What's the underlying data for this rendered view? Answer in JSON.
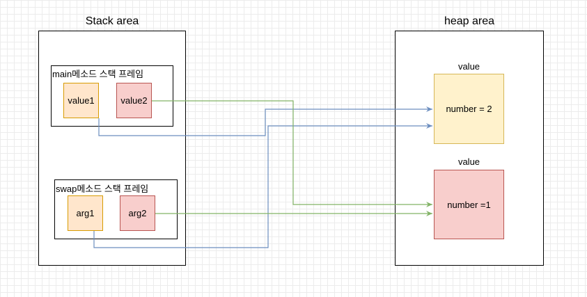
{
  "stack": {
    "title": "Stack area",
    "main_frame": {
      "label": "main메소드 스택 프레임",
      "vars": [
        "value1",
        "value2"
      ]
    },
    "swap_frame": {
      "label": "swap메소드 스택 프레임",
      "args": [
        "arg1",
        "arg2"
      ]
    }
  },
  "heap": {
    "title": "heap area",
    "objects": [
      {
        "label": "value",
        "content": "number = 2"
      },
      {
        "label": "value",
        "content": "number =1"
      }
    ]
  },
  "colors": {
    "blue_arrow": "#6c8ebf",
    "green_arrow": "#82b366",
    "orange_fill": "#ffe6cc",
    "red_fill": "#f8cecc",
    "yellow_fill": "#fff2cc"
  }
}
